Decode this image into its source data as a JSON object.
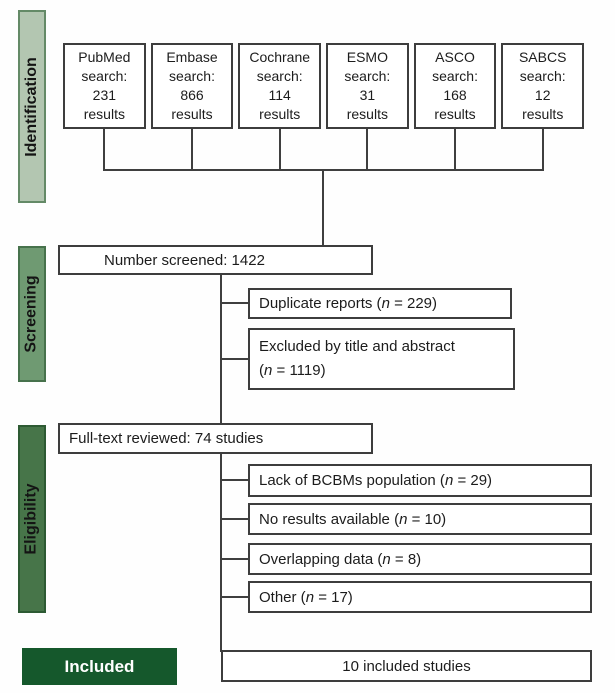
{
  "stages": {
    "identification": {
      "label": "Identification"
    },
    "screening": {
      "label": "Screening"
    },
    "eligibility": {
      "label": "Eligibility"
    },
    "included": {
      "label": "Included"
    }
  },
  "sources": [
    {
      "lines": [
        "PubMed",
        "search:",
        "231",
        "results"
      ]
    },
    {
      "lines": [
        "Embase",
        "search:",
        "866",
        "results"
      ]
    },
    {
      "lines": [
        "Cochrane",
        "search:",
        "114",
        "results"
      ]
    },
    {
      "lines": [
        "ESMO",
        "search:",
        "31",
        "results"
      ]
    },
    {
      "lines": [
        "ASCO",
        "search:",
        "168",
        "results"
      ]
    },
    {
      "lines": [
        "SABCS",
        "search:",
        "12",
        "results"
      ]
    }
  ],
  "screened": {
    "text": "Number screened: 1422"
  },
  "screening_exclusions": [
    {
      "before": "Duplicate reports (",
      "n": "n",
      "after": " = 229)"
    },
    {
      "line1": "Excluded by title and abstract",
      "before": "(",
      "n": "n",
      "after": " = 1119)"
    }
  ],
  "fulltext": {
    "text": "Full-text reviewed: 74 studies"
  },
  "eligibility_exclusions": [
    {
      "before": "Lack of BCBMs population (",
      "n": "n",
      "after": " = 29)"
    },
    {
      "before": "No results available (",
      "n": "n",
      "after": " = 10)"
    },
    {
      "before": "Overlapping data (",
      "n": "n",
      "after": " = 8)"
    },
    {
      "before": "Other (",
      "n": "n",
      "after": " = 17)"
    }
  ],
  "included_box": {
    "text": "10 included studies"
  },
  "colors": {
    "identification_fill": "#b3c6b1",
    "screening_fill": "#6f9a72",
    "eligibility_fill": "#477549",
    "included_fill": "#15582c",
    "box_border": "#3d3d3d",
    "line": "#3f3f3f",
    "text": "#1c1c1c"
  }
}
